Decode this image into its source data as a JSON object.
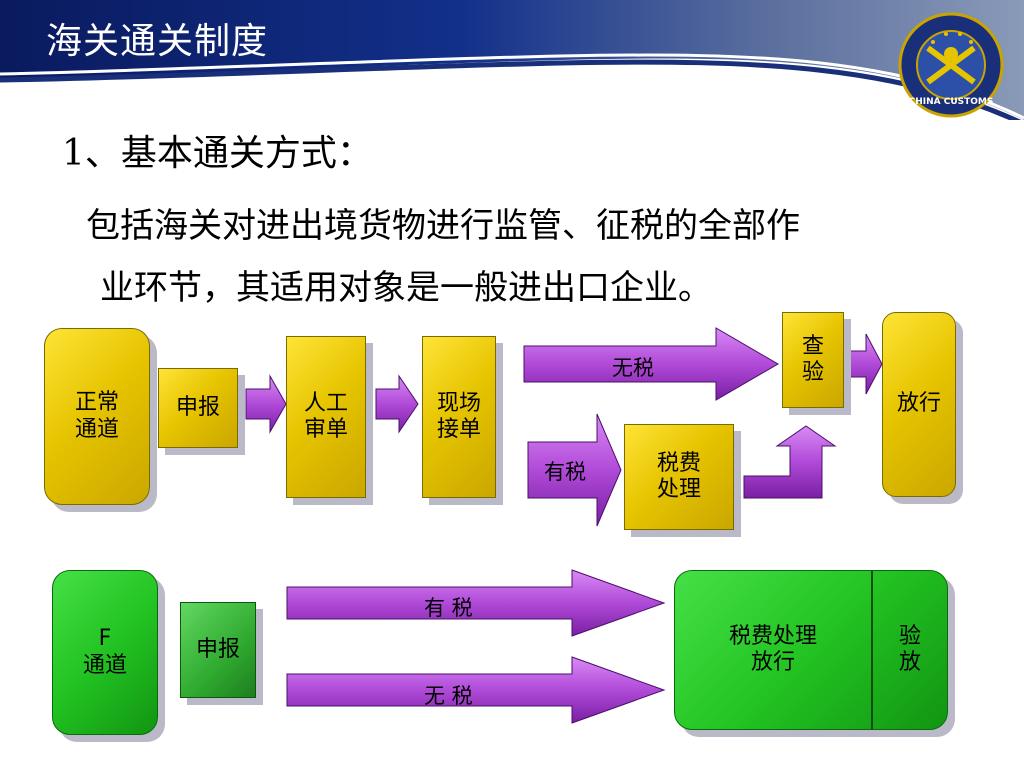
{
  "header": {
    "title": "海关通关制度",
    "emblem_text": "CHINA CUSTOMS",
    "emblem_icon": "customs-emblem-icon"
  },
  "content": {
    "heading": "1、基本通关方式：",
    "line1": "包括海关对进出境货物进行监管、征税的全部作",
    "line2": "业环节，其适用对象是一般进出口企业。"
  },
  "diagram_top": {
    "channel": "正常\n通道",
    "declare": "申报",
    "manual_review": "人工\n审单",
    "onsite_receive": "现场\n接单",
    "no_tax": "无税",
    "has_tax": "有税",
    "tax_processing": "税费\n处理",
    "inspection": "查\n验",
    "release": "放行"
  },
  "diagram_bottom": {
    "channel": "F\n通道",
    "declare": "申报",
    "has_tax": "有 税",
    "no_tax": "无 税",
    "tax_release": "税费处理\n放行",
    "inspect_release": "验\n放"
  },
  "colors": {
    "header_dark": "#0a1e6a",
    "gold": "#e6c400",
    "purple": "#b04ad8",
    "green": "#22c322"
  }
}
